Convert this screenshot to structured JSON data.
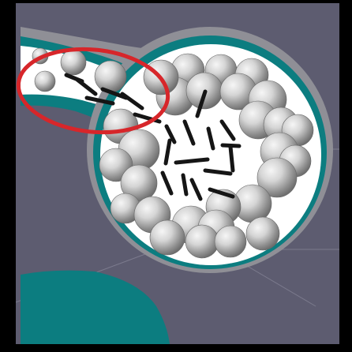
{
  "diagram": {
    "colors": {
      "background": "#5d5c70",
      "outer_frame": "#000000",
      "border_teal": "#0c7d80",
      "channel_gray": "#8f8f96",
      "interior": "#ffffff",
      "sphere_light": "#f4f4f4",
      "sphere_dark": "#7b7b7b",
      "rod": "#151515",
      "highlight": "#d7262a",
      "faint_line": "#9a99aa"
    },
    "spheres": [
      [
        51,
        71,
        10
      ],
      [
        57,
        103,
        13
      ],
      [
        93,
        79,
        16
      ],
      [
        140,
        97,
        20
      ],
      [
        202,
        99,
        18
      ],
      [
        238,
        89,
        21
      ],
      [
        280,
        89,
        20
      ],
      [
        319,
        95,
        21
      ],
      [
        222,
        122,
        24
      ],
      [
        259,
        115,
        23
      ],
      [
        302,
        116,
        23
      ],
      [
        339,
        126,
        24
      ],
      [
        153,
        160,
        22
      ],
      [
        327,
        152,
        24
      ],
      [
        356,
        158,
        22
      ],
      [
        377,
        165,
        20
      ],
      [
        176,
        190,
        26
      ],
      [
        147,
        209,
        21
      ],
      [
        354,
        192,
        24
      ],
      [
        374,
        204,
        20
      ],
      [
        176,
        232,
        23
      ],
      [
        351,
        225,
        25
      ],
      [
        159,
        264,
        19
      ],
      [
        320,
        258,
        24
      ],
      [
        193,
        272,
        23
      ],
      [
        283,
        262,
        22
      ],
      [
        242,
        285,
        24
      ],
      [
        274,
        289,
        23
      ],
      [
        333,
        296,
        21
      ],
      [
        212,
        301,
        22
      ],
      [
        256,
        306,
        21
      ],
      [
        292,
        306,
        20
      ],
      [
        204,
        98,
        22
      ]
    ],
    "rods": [
      [
        84,
        95,
        104,
        103
      ],
      [
        98,
        101,
        121,
        119
      ],
      [
        110,
        124,
        143,
        131
      ],
      [
        130,
        113,
        160,
        124
      ],
      [
        155,
        119,
        180,
        137
      ],
      [
        171,
        145,
        202,
        154
      ],
      [
        211,
        160,
        221,
        180
      ],
      [
        215,
        178,
        210,
        207
      ],
      [
        234,
        154,
        245,
        182
      ],
      [
        260,
        116,
        250,
        147
      ],
      [
        264,
        163,
        270,
        188
      ],
      [
        282,
        184,
        303,
        185
      ],
      [
        281,
        154,
        296,
        176
      ],
      [
        223,
        206,
        263,
        202
      ],
      [
        206,
        219,
        217,
        245
      ],
      [
        232,
        222,
        236,
        246
      ],
      [
        243,
        228,
        254,
        252
      ],
      [
        260,
        216,
        292,
        220
      ],
      [
        266,
        240,
        295,
        249
      ],
      [
        292,
        186,
        295,
        216
      ]
    ]
  }
}
